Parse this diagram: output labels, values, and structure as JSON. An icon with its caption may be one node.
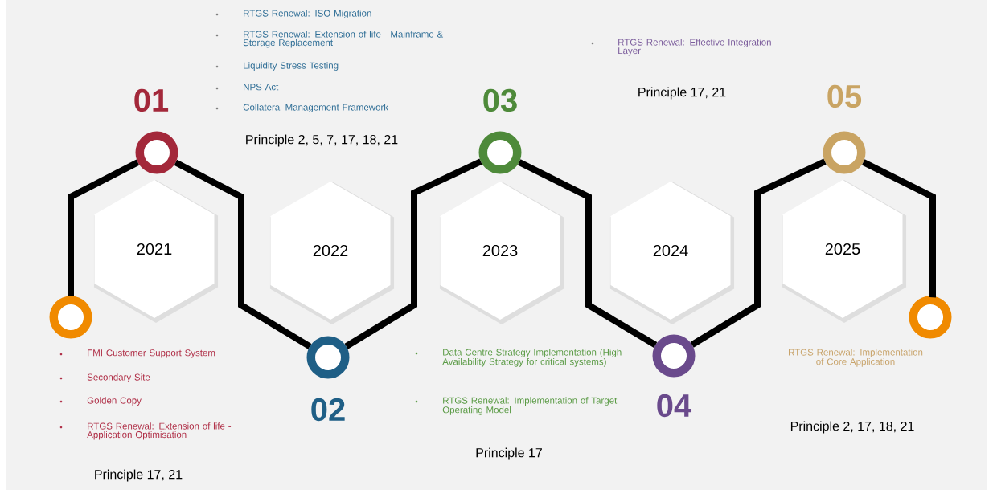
{
  "diagram": {
    "nodes": [
      {
        "text": [],
        "shape": "circle"
      },
      {
        "text": [],
        "shape": "circle",
        "beside": [
          "01"
        ]
      },
      {
        "text": [],
        "shape": "circle",
        "beside": [
          "02"
        ]
      },
      {
        "text": [],
        "shape": "circle",
        "beside": [
          "03"
        ]
      },
      {
        "text": [],
        "shape": "circle",
        "beside": [
          "04"
        ]
      },
      {
        "text": [],
        "shape": "circle",
        "beside": [
          "05"
        ]
      },
      {
        "text": [],
        "shape": "circle"
      },
      {
        "text": [
          "2021"
        ]
      },
      {
        "text": [
          "2022"
        ]
      },
      {
        "text": [
          "2023"
        ]
      },
      {
        "text": [
          "2024"
        ]
      },
      {
        "text": [
          "2025"
        ]
      }
    ],
    "edges": [
      {
        "from": 0,
        "to": 1,
        "arrow": "none"
      },
      {
        "from": 1,
        "to": 2,
        "arrow": "none"
      },
      {
        "from": 2,
        "to": 3,
        "arrow": "none"
      },
      {
        "from": 3,
        "to": 4,
        "arrow": "none"
      },
      {
        "from": 4,
        "to": 5,
        "arrow": "none"
      },
      {
        "from": 5,
        "to": 6,
        "arrow": "none"
      }
    ],
    "labels": [
      "RTGS Renewal: ISO Migration",
      "RTGS Renewal: Extension of life - Mainframe & Storage Replacement",
      "Liquidity Stress Testing",
      "NPS Act",
      "Collateral Management Framework",
      "Principle 2, 5, 7, 17, 18, 21",
      "RTGS Renewal: Effective Integration Layer",
      "Principle 17, 21",
      "FMI Customer Support System",
      "Secondary Site",
      "Golden Copy",
      "RTGS Renewal: Extension of life - Application Optimisation",
      "Principle 17, 21",
      "Data Centre Strategy Implementation (High Availability Strategy for critical systems)",
      "RTGS Renewal: Implementation of Target Operating Model",
      "Principle 17",
      "RTGS Renewal: Implementation of Core Application",
      "Principle 2, 17, 18, 21"
    ]
  }
}
